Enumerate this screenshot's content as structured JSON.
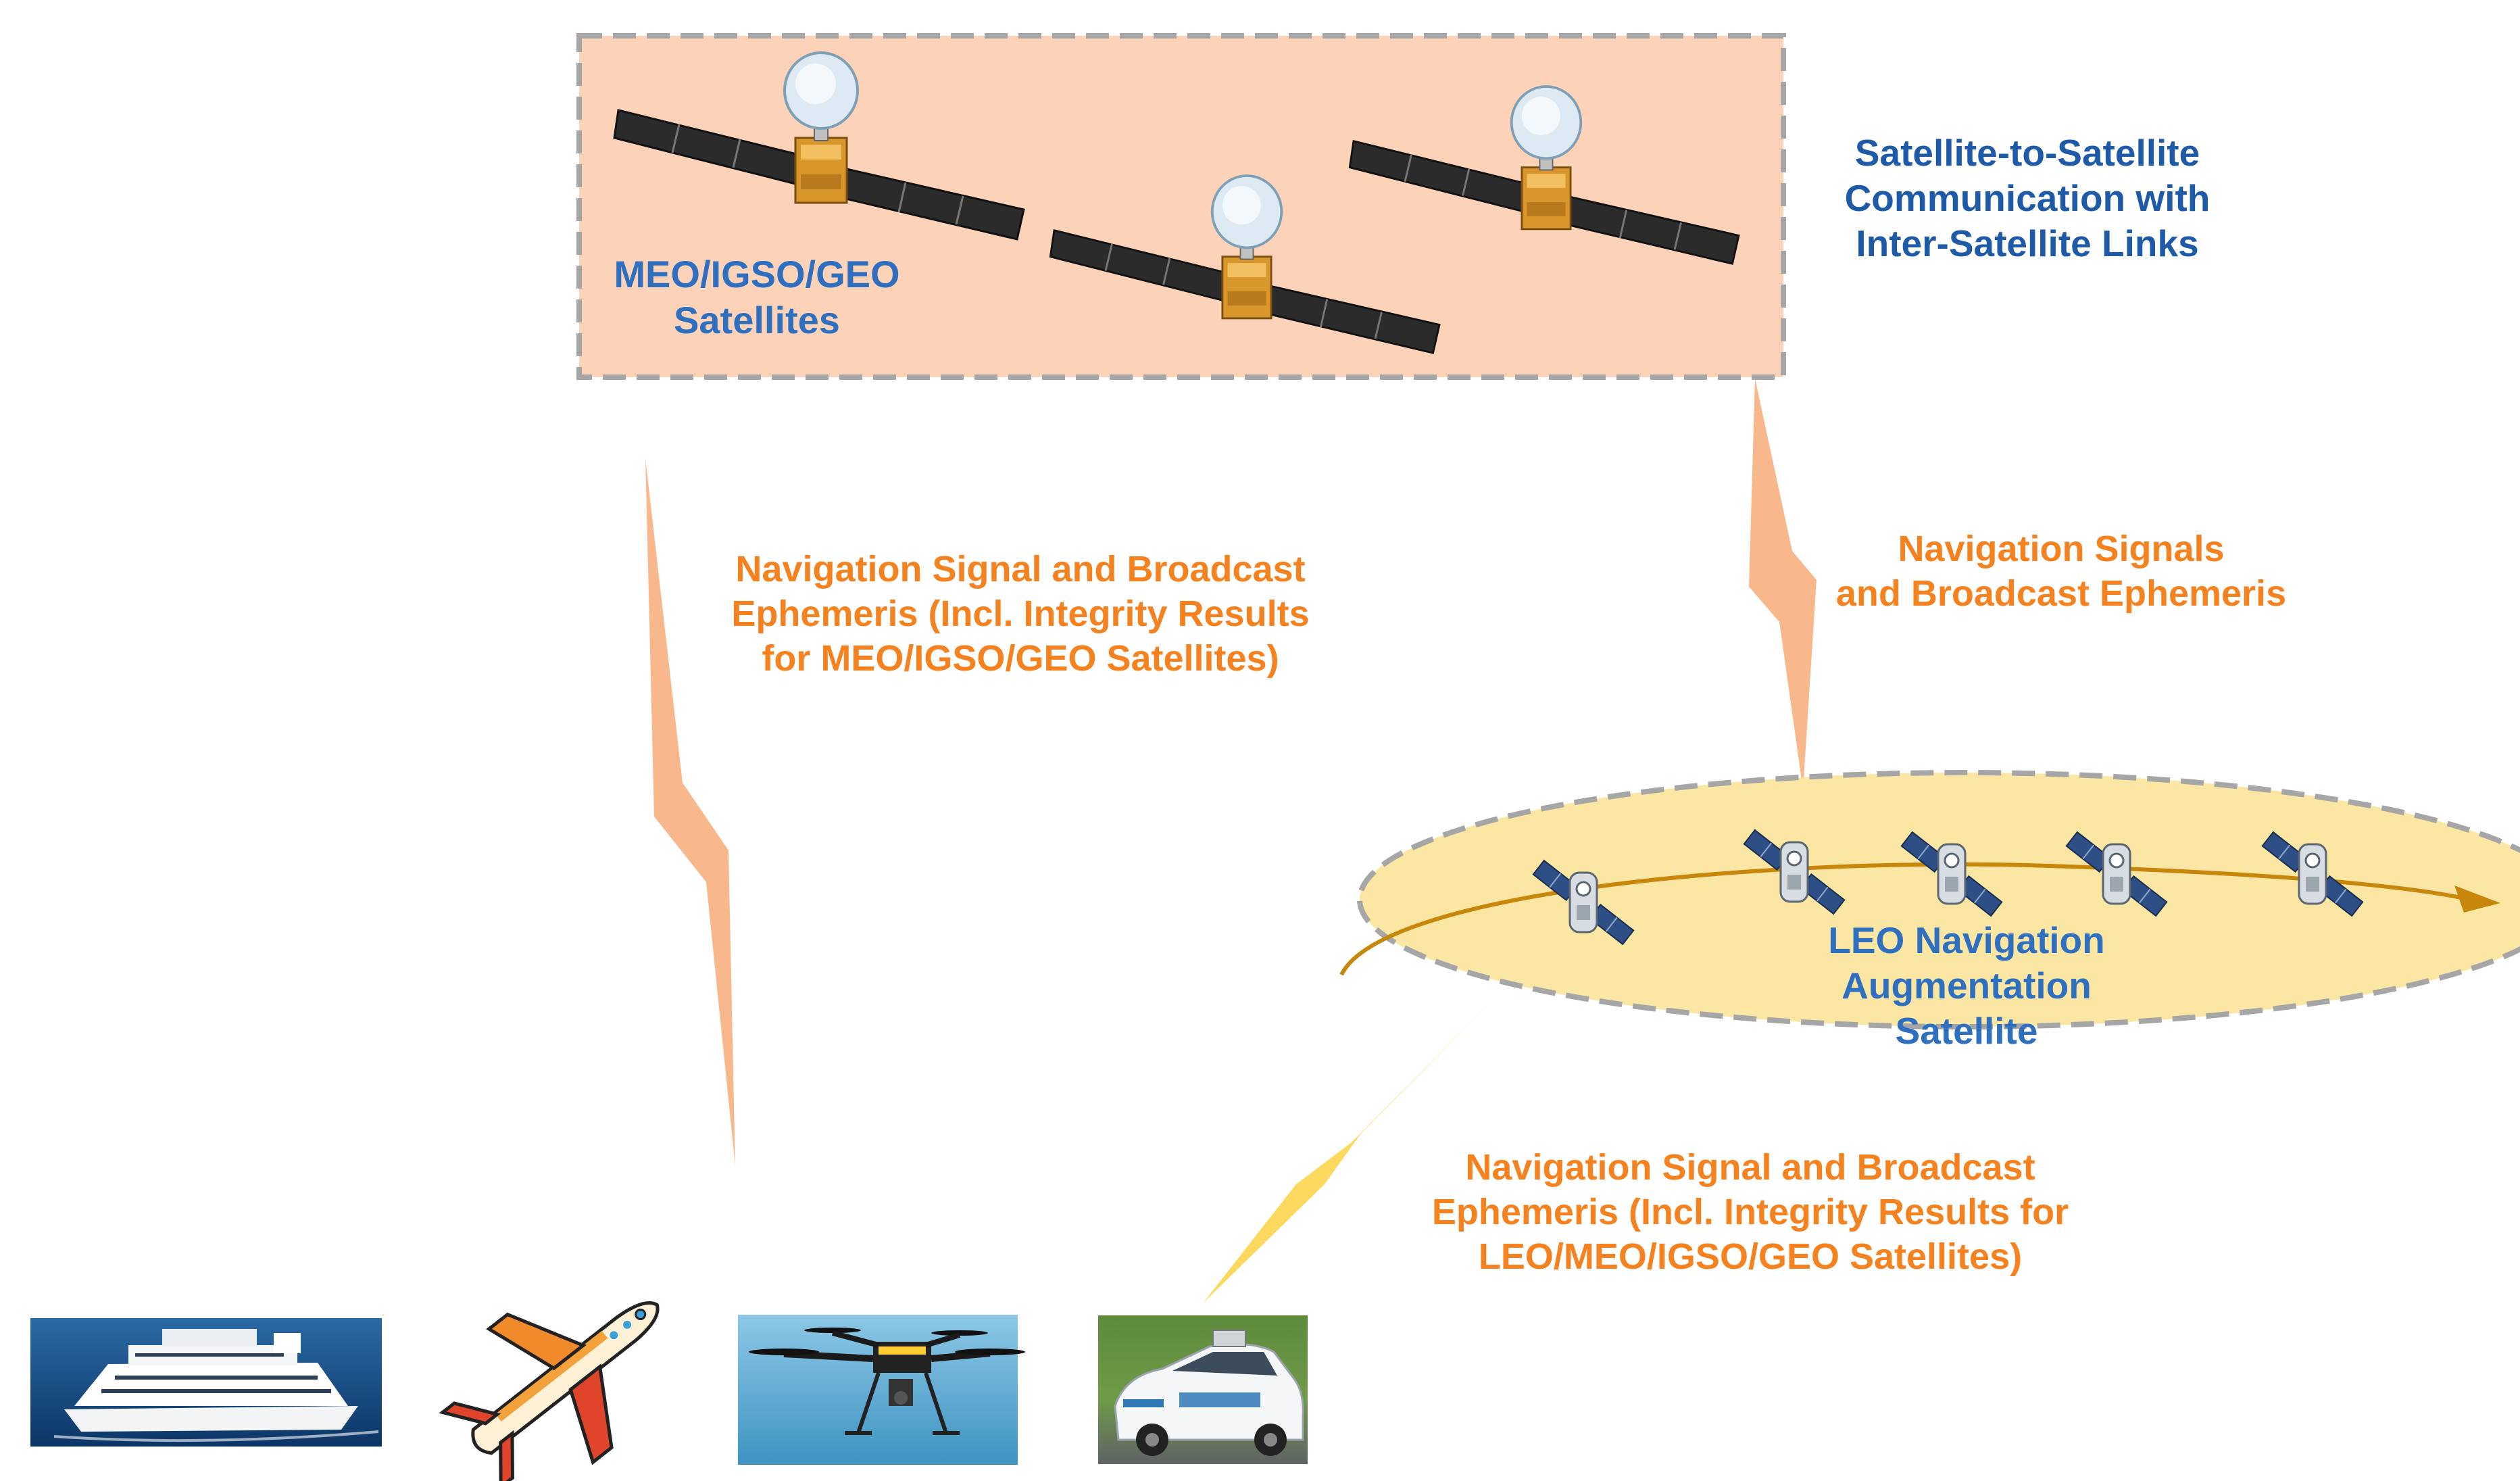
{
  "colors": {
    "group_fill": "#fcd3b8",
    "group_border": "#a6a6a6",
    "leo_fill": "#fce6a4",
    "link_blue": "#1f5aa8",
    "nav_orange": "#f5821f",
    "bolt_salmon": "#f9b88c",
    "bolt_yellow": "#fcd95e",
    "orbit_line": "#c8860b",
    "panel_dark": "#2b2b2b",
    "bus_gold": "#d9962b"
  },
  "labels": {
    "meo_group": [
      "MEO/IGSO/GEO",
      "Satellites"
    ],
    "isl": [
      "Satellite-to-Satellite",
      "Communication with",
      "Inter-Satellite Links"
    ],
    "nav_left": [
      "Navigation Signal and Broadcast",
      "Ephemeris (Incl. Integrity Results",
      "for MEO/IGSO/GEO Satellites)"
    ],
    "nav_right": [
      "Navigation Signals",
      "and Broadcast Ephemeris"
    ],
    "leo": [
      "LEO Navigation",
      "Augmentation",
      "Satellite"
    ],
    "nav_bottom": [
      "Navigation Signal and Broadcast",
      "Ephemeris (Incl. Integrity Results for",
      "LEO/MEO/IGSO/GEO Satellites)"
    ]
  },
  "icons": {
    "meo_satellites": [
      "satellite-icon",
      "satellite-icon",
      "satellite-icon"
    ],
    "leo_satellites": [
      "leo-satellite-icon",
      "leo-satellite-icon",
      "leo-satellite-icon",
      "leo-satellite-icon",
      "leo-satellite-icon"
    ],
    "users": [
      "cruise-ship-icon",
      "airplane-icon",
      "drone-icon",
      "car-icon"
    ]
  }
}
